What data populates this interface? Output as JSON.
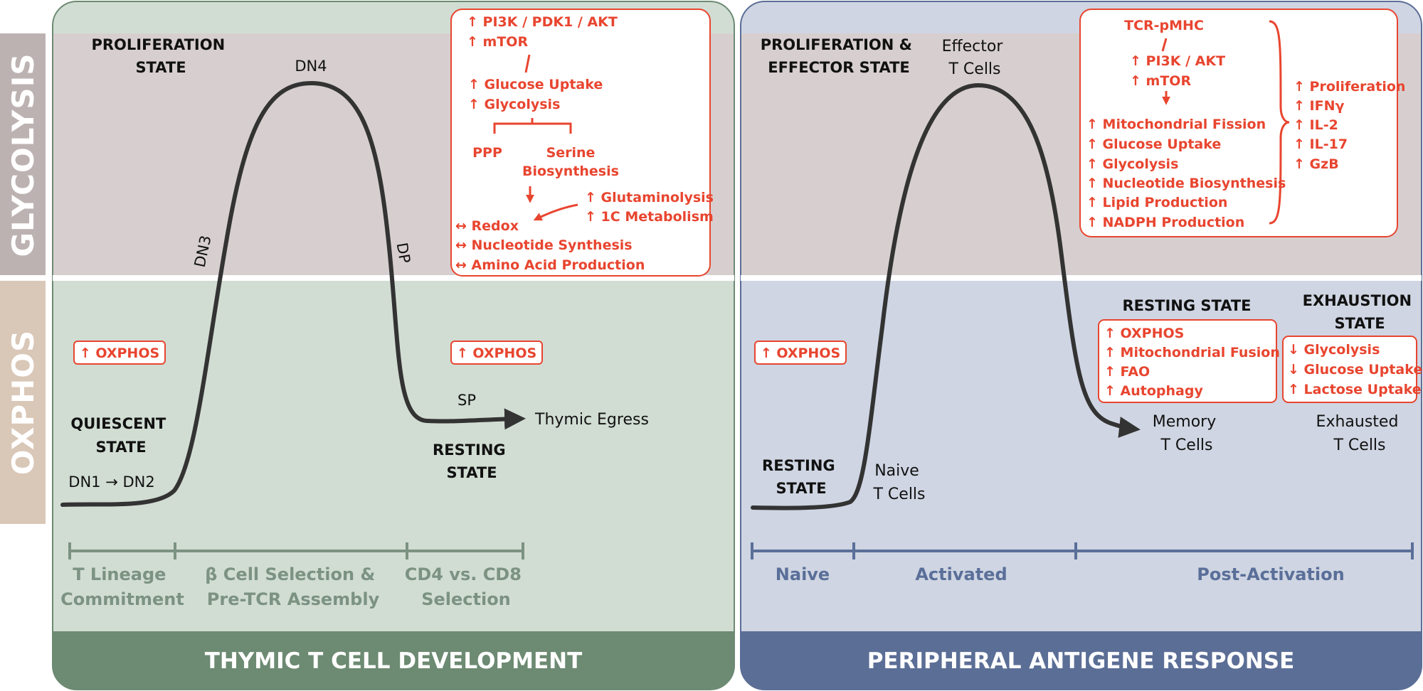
{
  "side_labels": {
    "glycolysis": "GLYCOLYSIS",
    "oxphos": "OXPHOS"
  },
  "colors": {
    "left_panel": "#d1ddd3",
    "left_footer": "#6d8a72",
    "right_panel": "#cfd5e2",
    "right_footer": "#5b6e96",
    "glycolysis_band": "#d7cfcf",
    "glycolysis_side": "#bdb2b2",
    "oxphos_side": "#d9c7b7",
    "accent_red": "#e8452f",
    "curve": "#333333"
  },
  "left": {
    "footer": "THYMIC T CELL DEVELOPMENT",
    "proliferation_state": [
      "PROLIFERATION",
      "STATE"
    ],
    "quiescent_state": [
      "QUIESCENT",
      "STATE"
    ],
    "resting_state": [
      "RESTING",
      "STATE"
    ],
    "stages": {
      "dn1_dn2": "DN1 → DN2",
      "dn3": "DN3",
      "dn4": "DN4",
      "dp": "DP",
      "sp": "SP"
    },
    "egress": "Thymic Egress",
    "oxphos_badge": "↑ OXPHOS",
    "box": {
      "lines": [
        "↑ PI3K / PDK1 / AKT",
        "↑ mTOR",
        "↑ Glucose Uptake",
        "↑ Glycolysis",
        "PPP",
        "Serine",
        "Biosynthesis",
        "↑ Glutaminolysis",
        "↑ 1C Metabolism",
        "↔ Redox",
        "↔ Nucleotide Synthesis",
        "↔ Amino Acid Production"
      ]
    },
    "phases": [
      [
        "T Lineage",
        "Commitment"
      ],
      [
        "β Cell Selection &",
        "Pre-TCR Assembly"
      ],
      [
        "CD4 vs. CD8",
        "Selection"
      ]
    ]
  },
  "right": {
    "footer": "PERIPHERAL ANTIGENE RESPONSE",
    "proliferation_state": [
      "PROLIFERATION &",
      "EFFECTOR STATE"
    ],
    "effector": [
      "Effector",
      "T Cells"
    ],
    "naive_cells": [
      "Naive",
      "T Cells"
    ],
    "resting_state_low": [
      "RESTING",
      "STATE"
    ],
    "resting_state_mid": "RESTING STATE",
    "exhaustion_state": [
      "EXHAUSTION",
      "STATE"
    ],
    "memory": [
      "Memory",
      "T Cells"
    ],
    "exhausted": [
      "Exhausted",
      "T Cells"
    ],
    "oxphos_badge": "↑ OXPHOS",
    "big_box": {
      "left": [
        "TCR-pMHC",
        "↑ PI3K / AKT",
        "↑ mTOR",
        "↑ Mitochondrial Fission",
        "↑ Glucose Uptake",
        "↑ Glycolysis",
        "↑ Nucleotide Biosynthesis",
        "↑ Lipid Production",
        "↑ NADPH Production"
      ],
      "right": [
        "↑ Proliferation",
        "↑ IFNγ",
        "↑ IL-2",
        "↑ IL-17",
        "↑ GzB"
      ]
    },
    "resting_box": [
      "↑ OXPHOS",
      "↑ Mitochondrial Fusion",
      "↑ FAO",
      "↑ Autophagy"
    ],
    "exhaustion_box": [
      "↓ Glycolysis",
      "↓ Glucose Uptake",
      "↑ Lactose Uptake"
    ],
    "phases": [
      "Naive",
      "Activated",
      "Post-Activation"
    ]
  }
}
